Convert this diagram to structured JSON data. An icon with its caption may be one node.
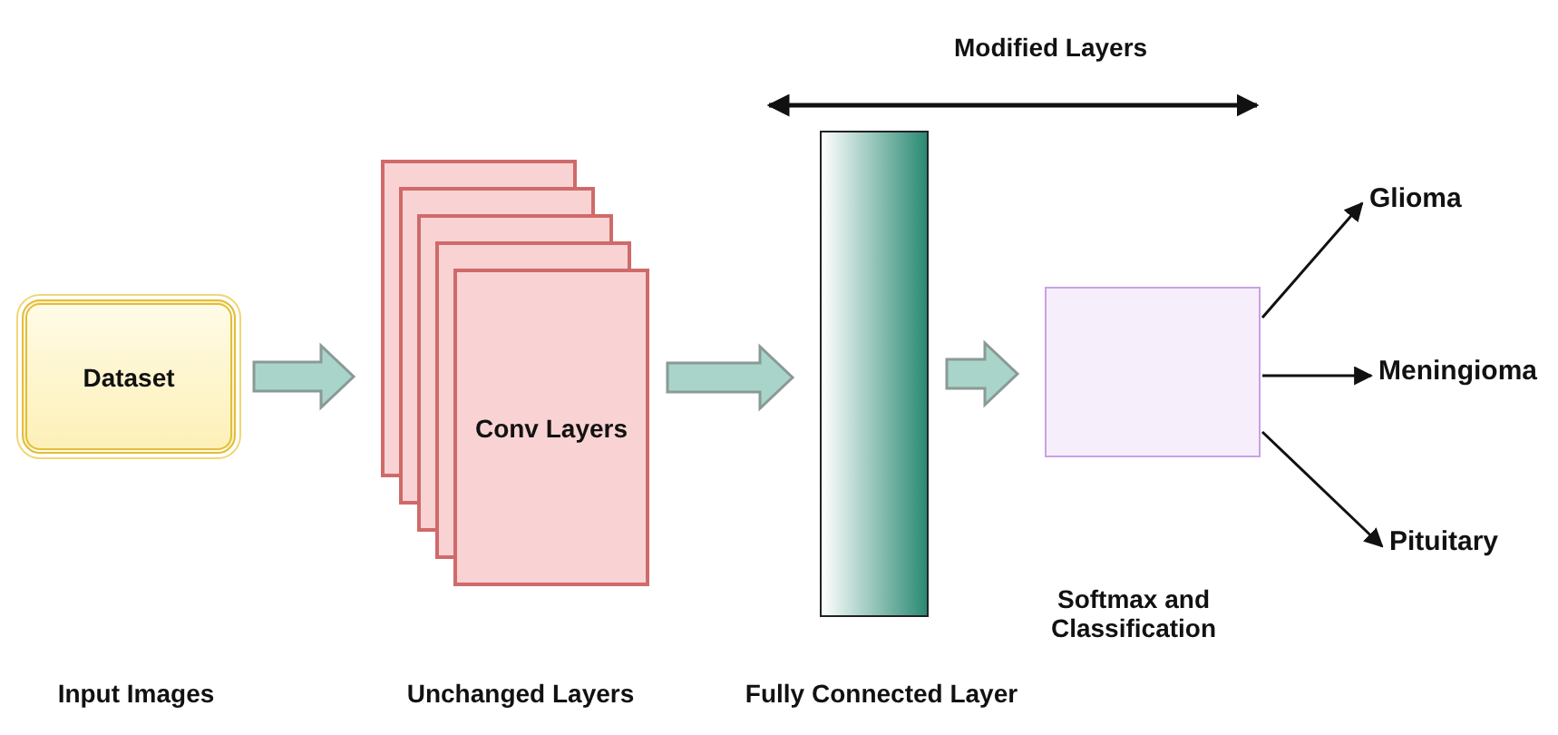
{
  "diagram": {
    "nodes": [
      {
        "text": [
          "Dataset"
        ]
      },
      {
        "text": [
          "Conv Layers"
        ]
      },
      {
        "text": [],
        "shape": "bar"
      },
      {
        "text": [],
        "shape": "box"
      },
      {
        "text": [
          "Glioma"
        ]
      },
      {
        "text": [
          "Meningioma"
        ]
      },
      {
        "text": [
          "Pituitary"
        ]
      }
    ],
    "edges": [
      {
        "from": 0,
        "to": 1,
        "arrow": "to",
        "style": "thick",
        "color": "#a9d4c9"
      },
      {
        "from": 1,
        "to": 2,
        "arrow": "to",
        "style": "thick",
        "color": "#a9d4c9"
      },
      {
        "from": 2,
        "to": 3,
        "arrow": "to",
        "style": "thick",
        "color": "#a9d4c9"
      },
      {
        "from": 3,
        "to": 4,
        "arrow": "to"
      },
      {
        "from": 3,
        "to": 5,
        "arrow": "to"
      },
      {
        "from": 3,
        "to": 6,
        "arrow": "to"
      }
    ],
    "labels": [
      "Modified Layers",
      "Softmax and Classification",
      "Input Images",
      "Unchanged Layers",
      "Fully Connected Layer"
    ]
  }
}
